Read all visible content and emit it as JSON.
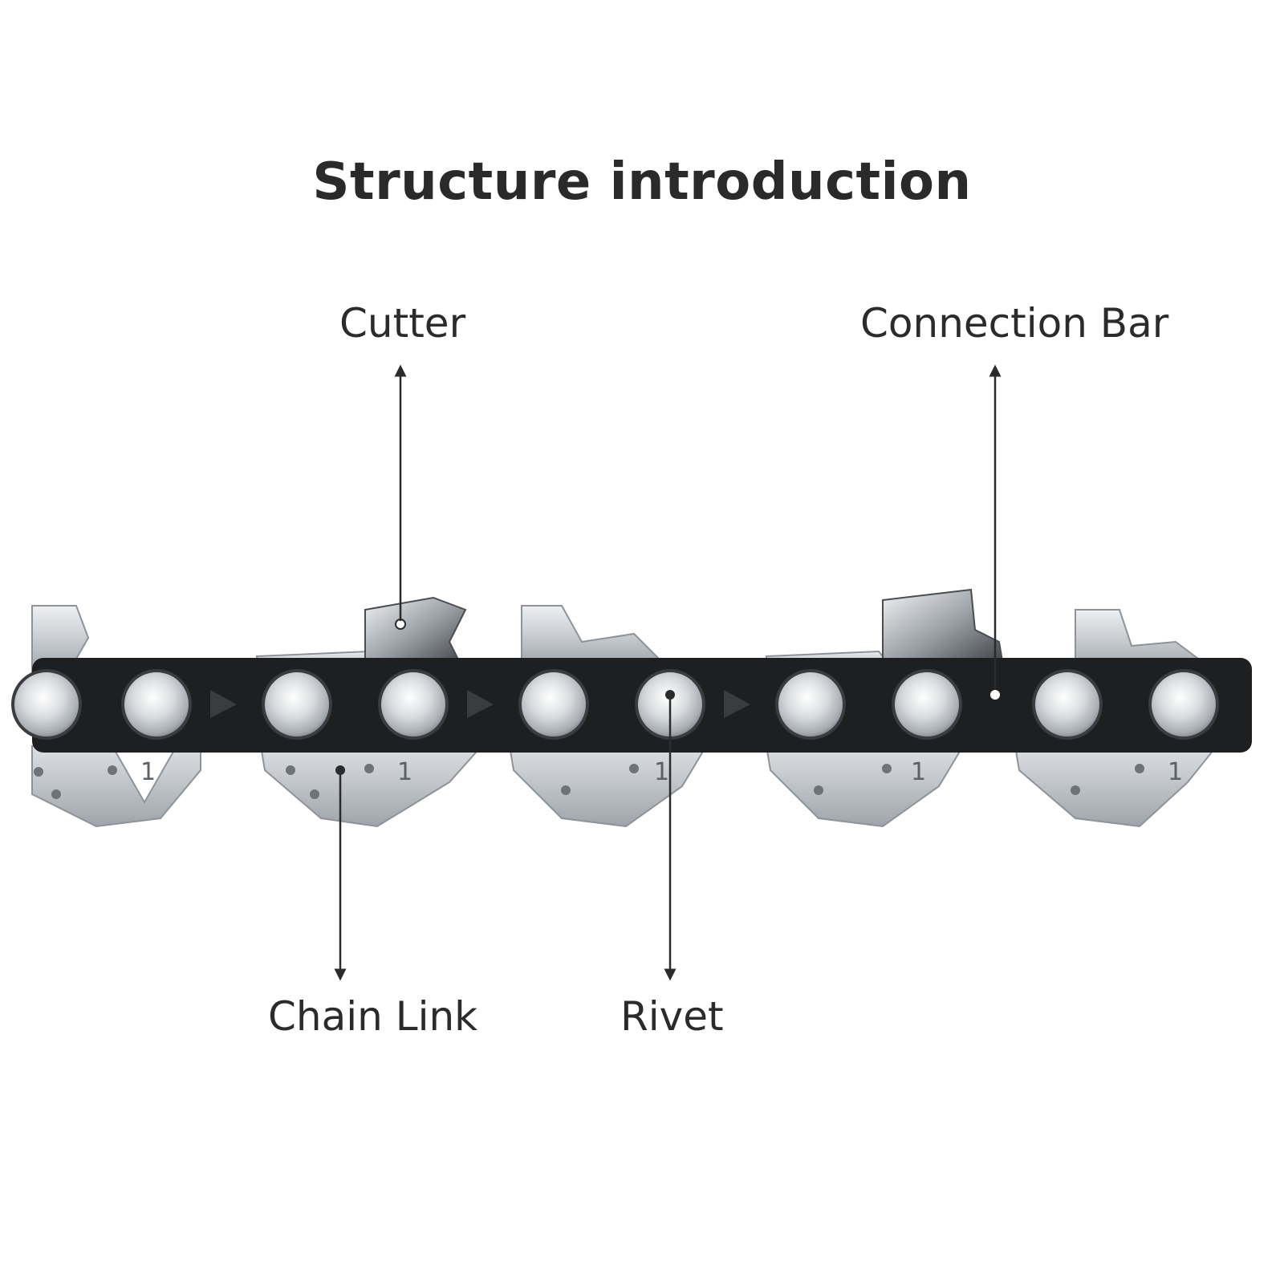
{
  "title": "Structure introduction",
  "labels": {
    "cutter": "Cutter",
    "connection_bar": "Connection Bar",
    "chain_link": "Chain Link",
    "rivet": "Rivet"
  },
  "link_mark": "1",
  "colors": {
    "background": "#ffffff",
    "text": "#2b2b2b",
    "steel": "#c9cdd1",
    "steel_dark": "#8d9399",
    "bar": "#1e1f21",
    "arrow": "#2b2b2b"
  }
}
